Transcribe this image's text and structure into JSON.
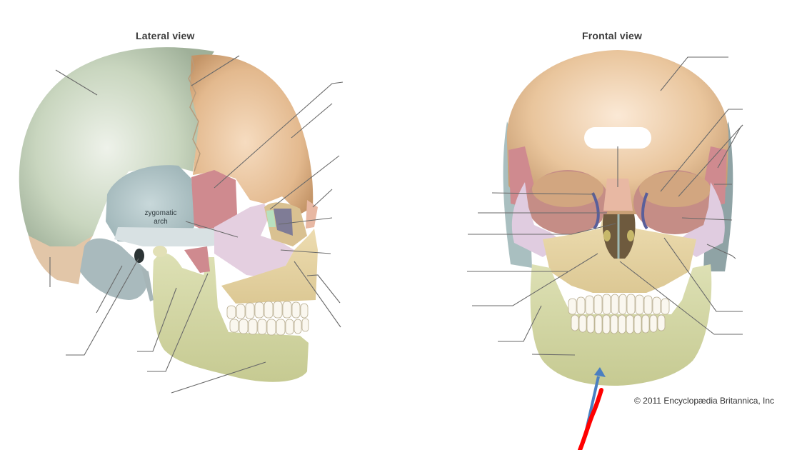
{
  "figure": {
    "panels": [
      {
        "id": "lateral",
        "title": "Lateral view",
        "annotations": [
          {
            "text_line1": "zygomatic",
            "text_line2": "arch"
          }
        ],
        "label_lines_count": 17
      },
      {
        "id": "frontal",
        "title": "Frontal view",
        "label_lines_count": 17
      }
    ],
    "copyright": "© 2011 Encyclopædia Britannica, Inc",
    "overlay": {
      "arrow_color": "#4a7fc1",
      "stroke_color": "#ff0000"
    }
  },
  "colors": {
    "parietal": "#c9d6bf",
    "frontal": "#e3b98e",
    "temporal": "#b3c7c9",
    "sphenoid": "#cf8a8f",
    "zygomatic": "#e4cfe0",
    "maxilla": "#e8d7a8",
    "mandible": "#d4d7a6",
    "occipital": "#e2c6a8",
    "nasal": "#e8b8a3",
    "lacrimal": "#b8e0bf",
    "ethmoid": "#7f7c96",
    "leader_line": "#666666"
  }
}
